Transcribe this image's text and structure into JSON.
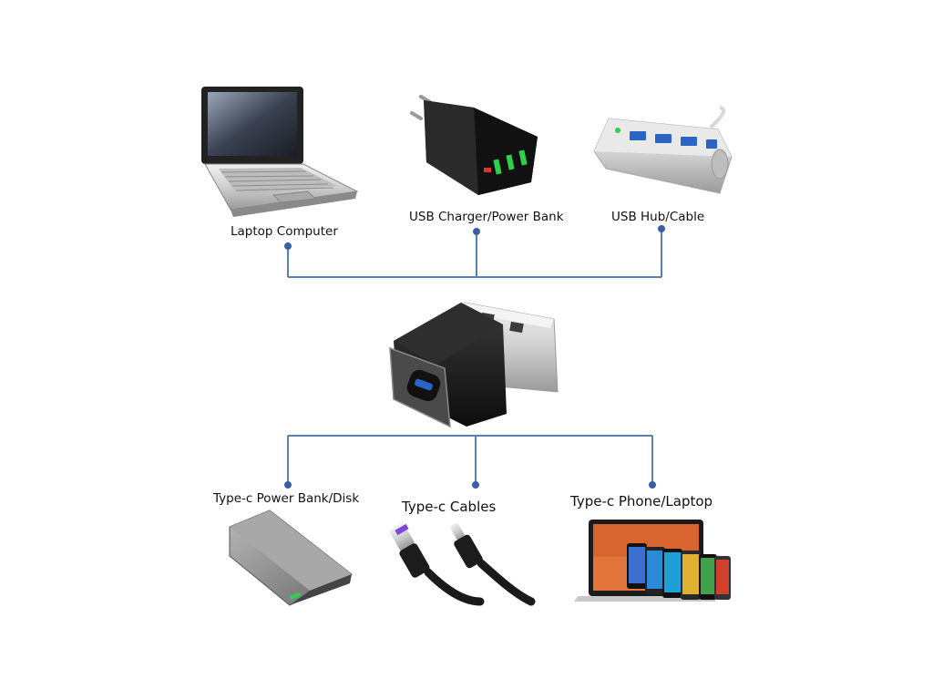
{
  "diagram": {
    "top_items": [
      {
        "label": "Laptop Computer"
      },
      {
        "label": "USB Charger/Power Bank"
      },
      {
        "label": "USB Hub/Cable"
      }
    ],
    "bottom_items": [
      {
        "label": "Type-c Power Bank/Disk"
      },
      {
        "label": "Type-c Cables"
      },
      {
        "label": "Type-c Phone/Laptop"
      }
    ]
  },
  "colors": {
    "connector_line": "#5a7fb8",
    "connector_dot": "#3a5fa5",
    "background": "#ffffff"
  },
  "icons": [
    "laptop-icon",
    "usb-charger-icon",
    "usb-hub-icon",
    "usb-a-to-c-adapter-icon",
    "power-bank-icon",
    "type-c-cables-icon",
    "phones-laptop-icon"
  ]
}
